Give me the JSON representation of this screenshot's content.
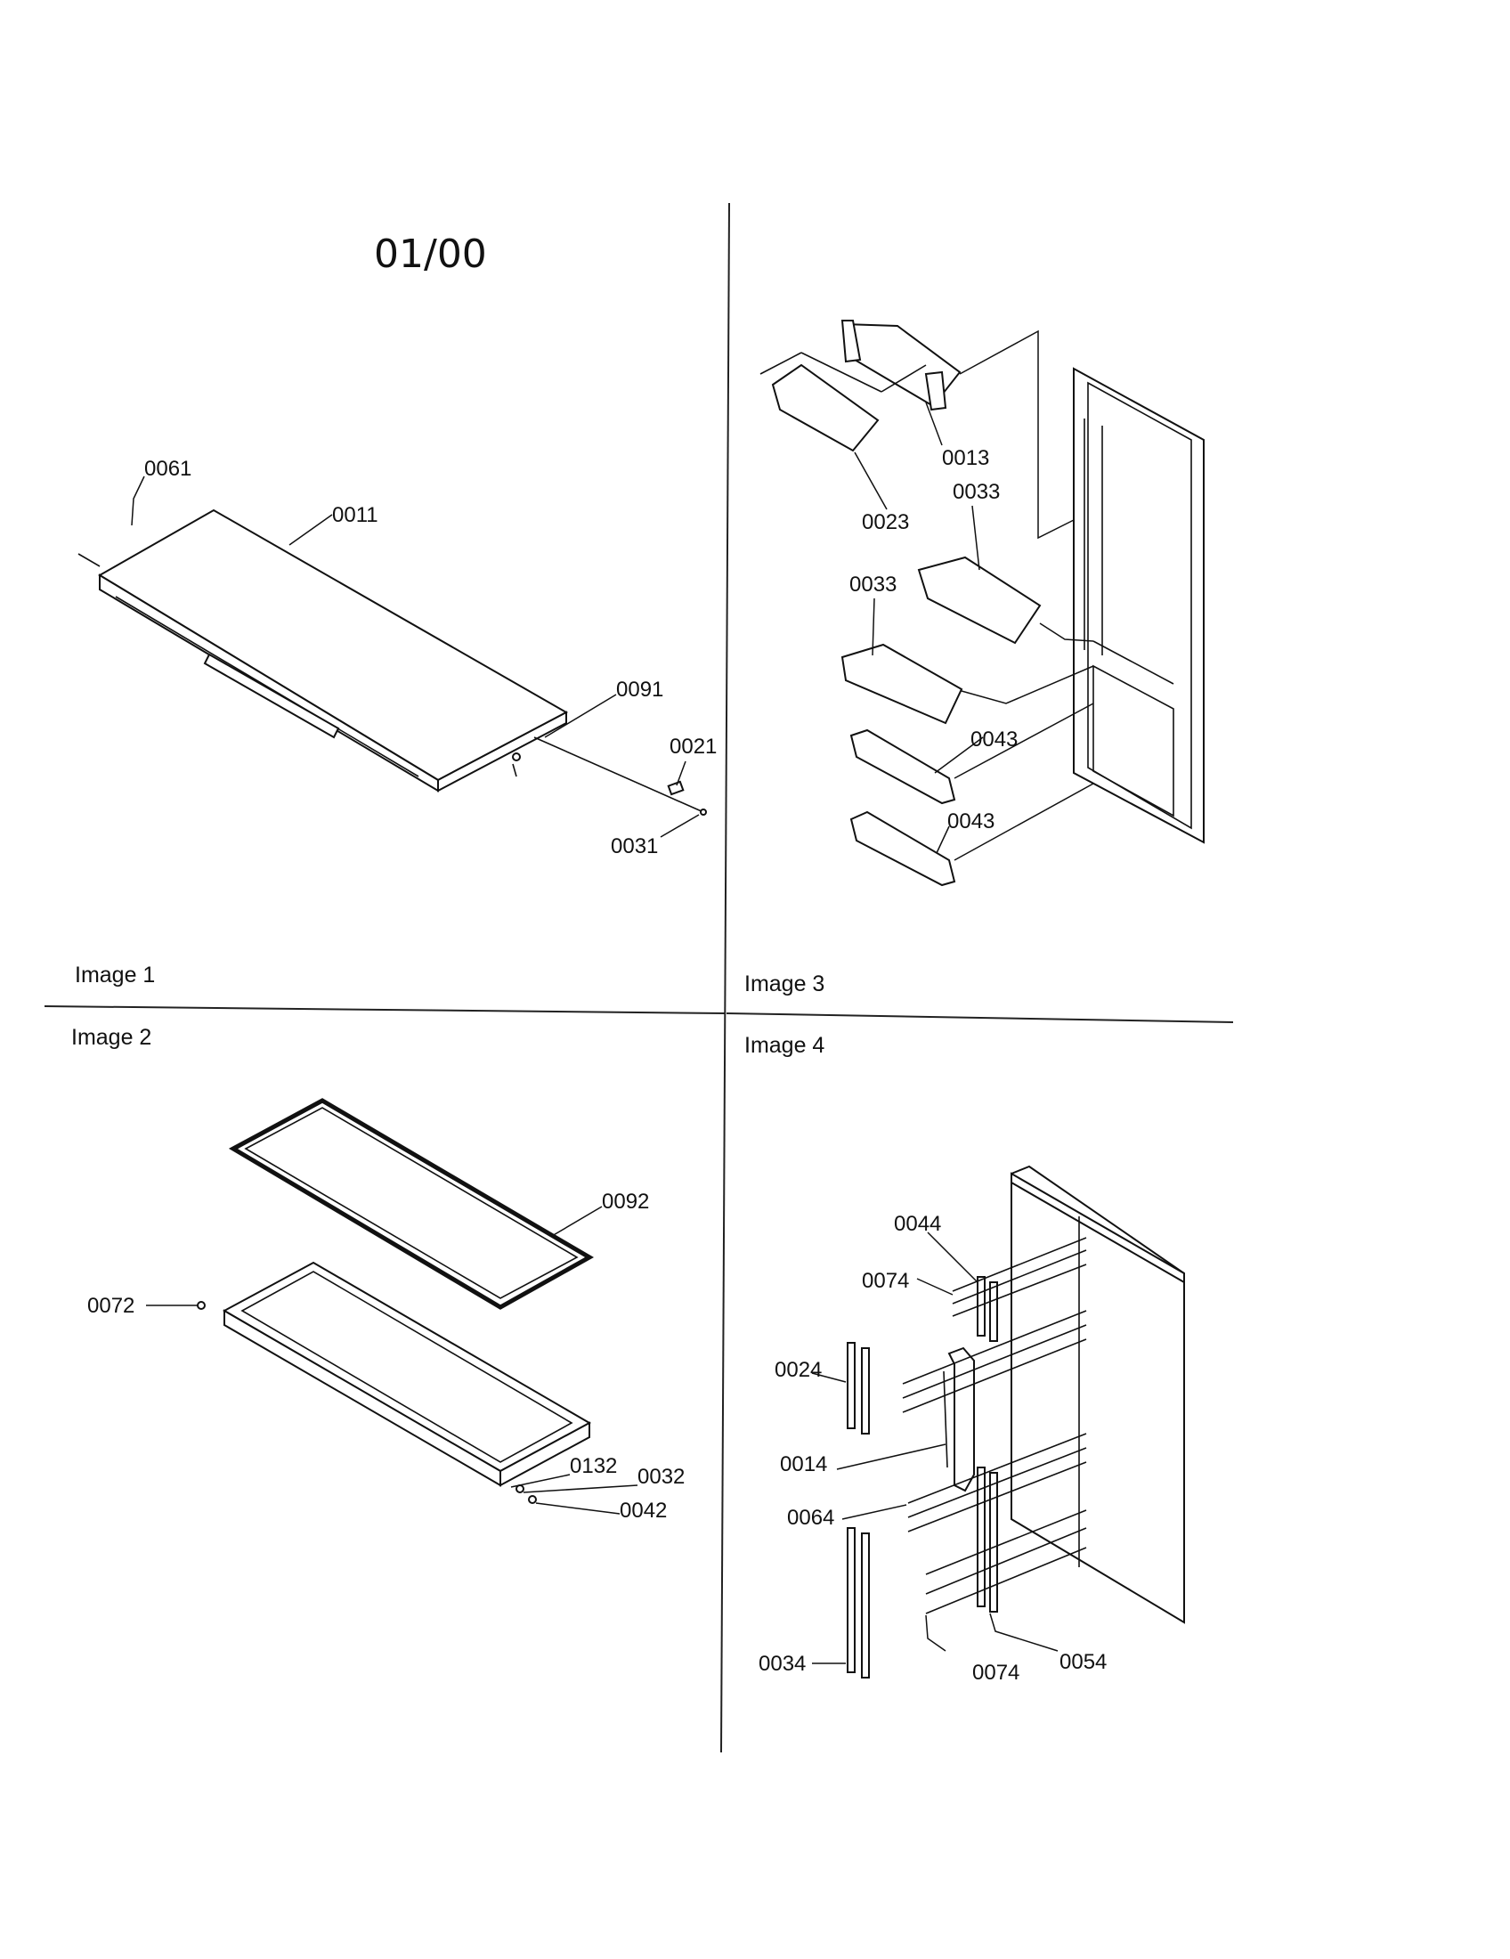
{
  "page": {
    "revision": "01/00"
  },
  "panels": {
    "image1": {
      "label": "Image 1",
      "parts": [
        "0061",
        "0011",
        "0091",
        "0021",
        "0031"
      ]
    },
    "image2": {
      "label": "Image 2",
      "parts": [
        "0092",
        "0072",
        "0132",
        "0032",
        "0042"
      ]
    },
    "image3": {
      "label": "Image 3",
      "parts": [
        "0013",
        "0023",
        "0033",
        "0033",
        "0043",
        "0043"
      ]
    },
    "image4": {
      "label": "Image 4",
      "parts": [
        "0044",
        "0074",
        "0024",
        "0014",
        "0064",
        "0034",
        "0074",
        "0054"
      ]
    }
  }
}
